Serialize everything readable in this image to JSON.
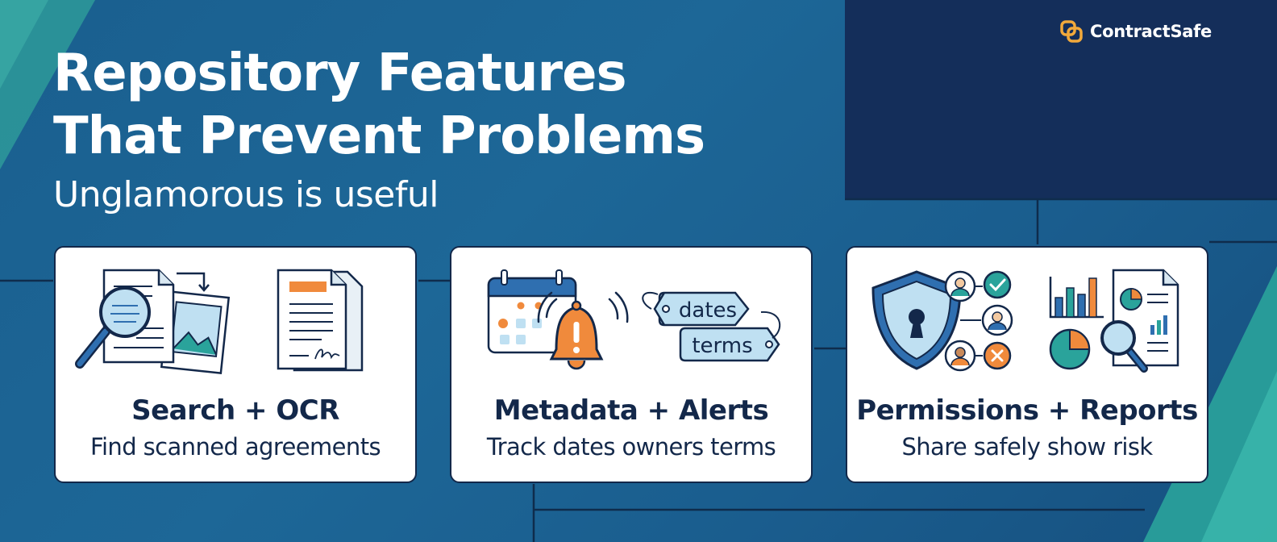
{
  "brand": {
    "name": "ContractSafe",
    "logo_color": "#f2a93b"
  },
  "header": {
    "title_line1": "Repository Features",
    "title_line2": "That Prevent Problems",
    "subtitle": "Unglamorous is useful"
  },
  "colors": {
    "background": "#1d6797",
    "navy": "#13284a",
    "teal": "#2aa39b",
    "orange": "#f08a3c",
    "light_blue": "#bfe0f2"
  },
  "cards": [
    {
      "title": "Search + OCR",
      "description": "Find scanned agreements",
      "icons": [
        "magnifier-document-icon",
        "image-file-icon",
        "signed-document-icon"
      ]
    },
    {
      "title": "Metadata + Alerts",
      "description": "Track dates owners terms",
      "icons": [
        "calendar-icon",
        "alert-bell-icon",
        "tag-icon"
      ],
      "tags": [
        "dates",
        "terms"
      ]
    },
    {
      "title": "Permissions + Reports",
      "description": "Share safely show risk",
      "icons": [
        "shield-lock-icon",
        "user-icon",
        "check-icon",
        "cross-icon",
        "bar-chart-icon",
        "pie-chart-icon",
        "report-document-icon"
      ]
    }
  ]
}
